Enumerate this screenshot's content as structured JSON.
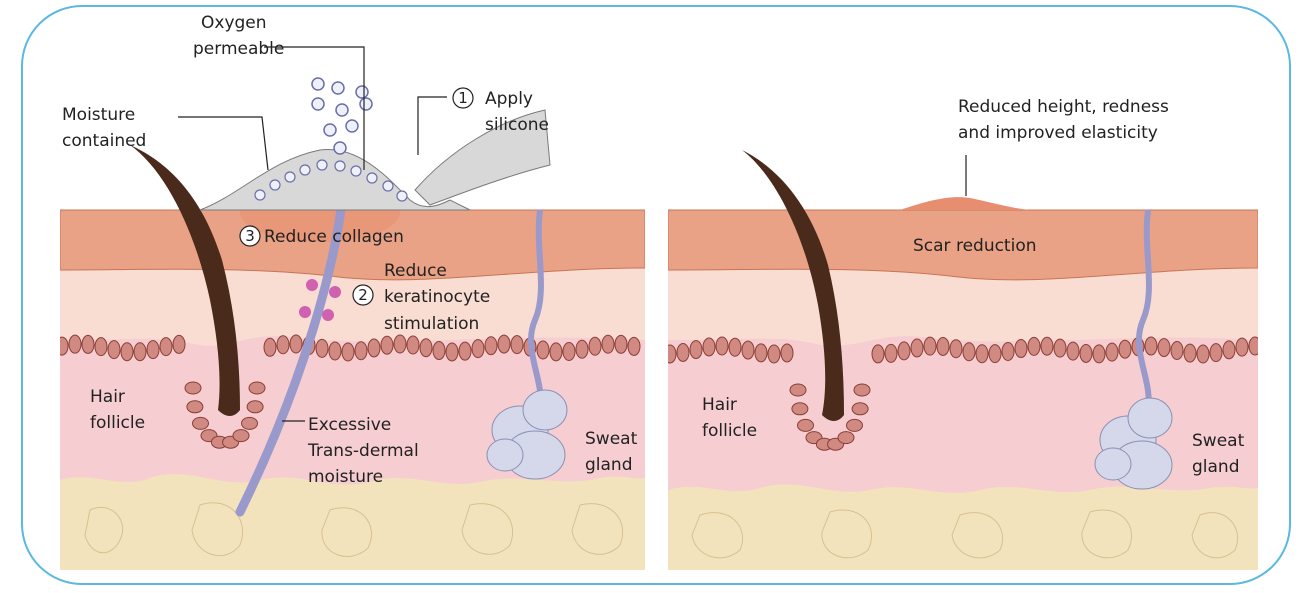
{
  "colors": {
    "frame": "#5bb8e0",
    "epidermis": "#e9a285",
    "epidermis_edge": "#c97455",
    "upper_dermis": "#f9ddd3",
    "dermis": "#f6cdd0",
    "basal_cells": "#d08a82",
    "basal_edge": "#8a3e36",
    "fat": "#f3e3bd",
    "hair": "#4a2a1a",
    "duct": "#9999cc",
    "gland": "#d4d8ea",
    "silicone": "#d8d8d8",
    "bubble": "#eef0fa",
    "cytokine": "#d060b0",
    "scar": "#e88e70"
  },
  "left_panel": {
    "oxygen_label": [
      "Oxygen",
      "permeable"
    ],
    "moisture_label": [
      "Moisture",
      "contained"
    ],
    "apply_step": "1",
    "apply_label": [
      "Apply",
      "silicone"
    ],
    "keratinocyte_step": "2",
    "keratinocyte_label": [
      "Reduce",
      "keratinocyte",
      "stimulation"
    ],
    "collagen_step": "3",
    "collagen_label": "Reduce collagen",
    "hair_label": [
      "Hair",
      "follicle"
    ],
    "moisture_excess_label": [
      "Excessive",
      "Trans-dermal",
      "moisture"
    ],
    "sweat_label": [
      "Sweat",
      "gland"
    ]
  },
  "right_panel": {
    "result_label": [
      "Reduced height, redness",
      "and improved elasticity"
    ],
    "scar_label": "Scar reduction",
    "hair_label": [
      "Hair",
      "follicle"
    ],
    "sweat_label": [
      "Sweat",
      "gland"
    ]
  }
}
